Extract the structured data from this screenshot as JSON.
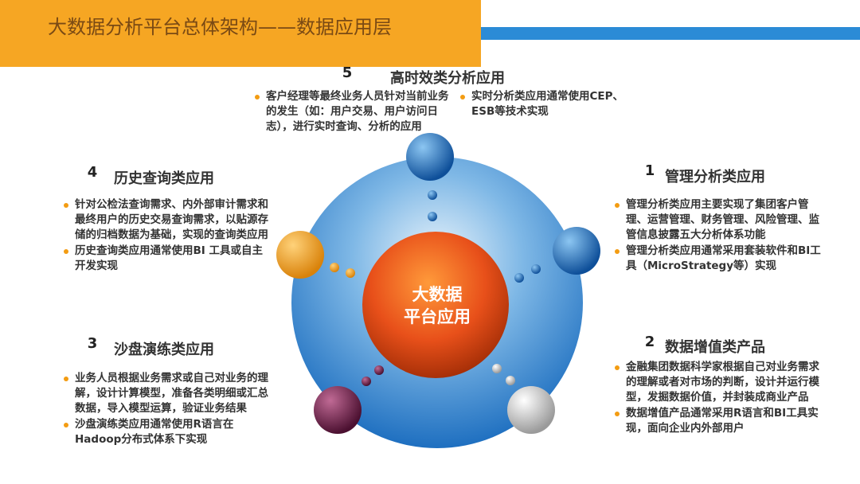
{
  "header": {
    "title": "大数据分析平台总体架构——数据应用层"
  },
  "center": {
    "line1": "大数据",
    "line2": "平台应用"
  },
  "sections": {
    "s5": {
      "number": "5",
      "title": "高时效类分析应用",
      "left_bullets": [
        "客户经理等最终业务人员针对当前业务的发生（如：用户交易、用户访问日志），进行实时查询、分析的应用"
      ],
      "right_bullets": [
        "实时分析类应用通常使用CEP、ESB等技术实现"
      ]
    },
    "s4": {
      "number": "4",
      "title": "历史查询类应用",
      "bullets": [
        "针对公检法查询需求、内外部审计需求和最终用户的历史交易查询需求，以贴源存储的归档数据为基础，实现的查询类应用",
        "历史查询类应用通常使用BI 工具或自主开发实现"
      ]
    },
    "s1": {
      "number": "1",
      "title": "管理分析类应用",
      "bullets": [
        "管理分析类应用主要实现了集团客户管理、运营管理、财务管理、风险管理、监管信息披露五大分析体系功能",
        "管理分析类应用通常采用套装软件和BI工具（MicroStrategy等）实现"
      ]
    },
    "s3": {
      "number": "3",
      "title": "沙盘演练类应用",
      "bullets": [
        "业务人员根据业务需求或自己对业务的理解，设计计算模型，准备各类明细或汇总数据，导入模型运算，验证业务结果",
        "沙盘演练类应用通常使用R语言在Hadoop分布式体系下实现"
      ]
    },
    "s2": {
      "number": "2",
      "title": "数据增值类产品",
      "bullets": [
        "金融集团数据科学家根据自己对业务需求的理解或者对市场的判断，设计并运行模型，发掘数据价值，并封装成商业产品",
        "数据增值产品通常采用R语言和BI工具实现，面向企业内外部用户"
      ]
    }
  },
  "colors": {
    "header": "#f6a623",
    "accent_line": "#2b8bd6",
    "bullet": "#f39c12",
    "sphere_blue": "#1f73c2",
    "sphere_orange": "#f5a01a",
    "sphere_purple": "#7a2350",
    "sphere_gray": "#cfcfcf",
    "core": "#e8501a"
  }
}
